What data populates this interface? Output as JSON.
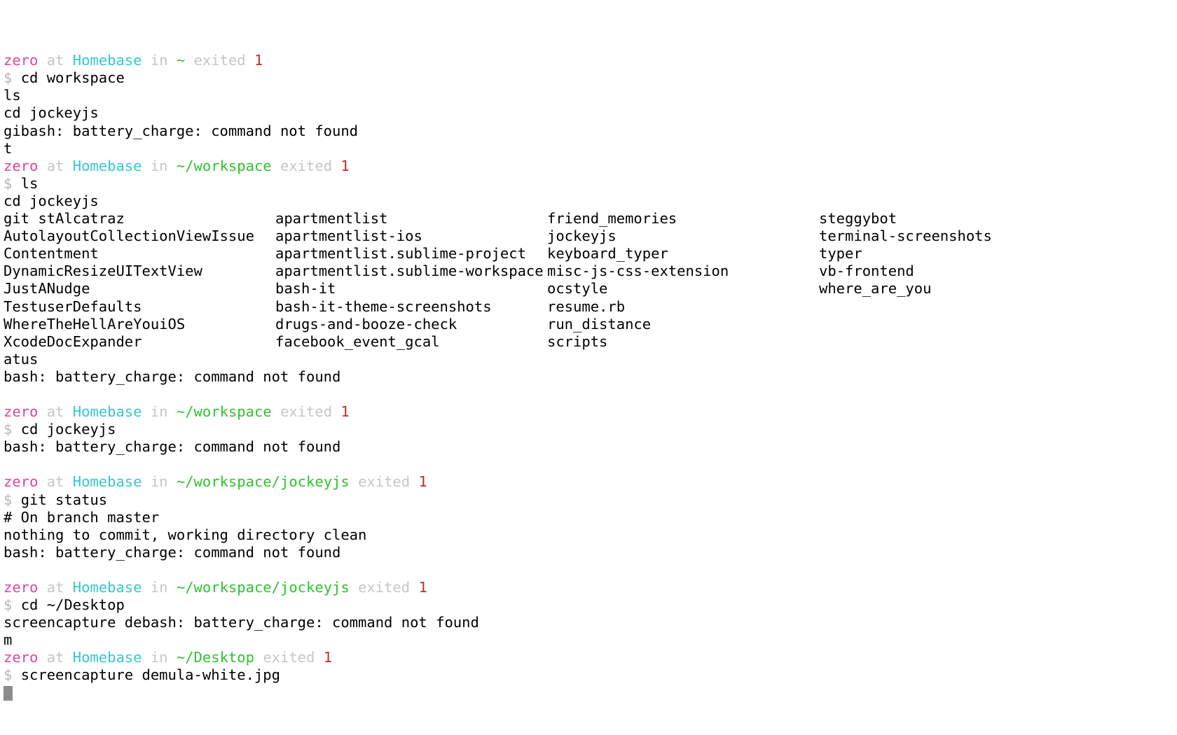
{
  "terminal": {
    "background_color": "#ffffff",
    "foreground_color": "#000000",
    "colors": {
      "user": "#e0459b",
      "dim": "#c6c6c6",
      "host": "#35c6d2",
      "path": "#2ec22e",
      "exit_code": "#bd2f2f",
      "sigil": "#b6b6b6",
      "cursor": "#8c8c8c"
    },
    "prompt_parts": {
      "user": "zero",
      "at": "at",
      "host": "Homebase",
      "in": "in",
      "exited": "exited",
      "exit_code": "1",
      "sigil": "$"
    },
    "lines": [
      {
        "type": "prompt",
        "path": "~"
      },
      {
        "type": "command",
        "text": "cd workspace"
      },
      {
        "type": "output",
        "text": "ls"
      },
      {
        "type": "output",
        "text": "cd jockeyjs"
      },
      {
        "type": "output",
        "text": "gibash: battery_charge: command not found"
      },
      {
        "type": "output",
        "text": "t"
      },
      {
        "type": "prompt",
        "path": "~/workspace"
      },
      {
        "type": "command",
        "text": "ls"
      },
      {
        "type": "output",
        "text": "cd jockeyjs"
      },
      {
        "type": "ls_grid"
      },
      {
        "type": "output",
        "text": "atus"
      },
      {
        "type": "output",
        "text": "bash: battery_charge: command not found"
      },
      {
        "type": "blank"
      },
      {
        "type": "prompt",
        "path": "~/workspace"
      },
      {
        "type": "command",
        "text": "cd jockeyjs"
      },
      {
        "type": "output",
        "text": "bash: battery_charge: command not found"
      },
      {
        "type": "blank"
      },
      {
        "type": "prompt",
        "path": "~/workspace/jockeyjs"
      },
      {
        "type": "command",
        "text": "git status"
      },
      {
        "type": "output",
        "text": "# On branch master"
      },
      {
        "type": "output",
        "text": "nothing to commit, working directory clean"
      },
      {
        "type": "output",
        "text": "bash: battery_charge: command not found"
      },
      {
        "type": "blank"
      },
      {
        "type": "prompt",
        "path": "~/workspace/jockeyjs"
      },
      {
        "type": "command",
        "text": "cd ~/Desktop"
      },
      {
        "type": "output",
        "text": "screencapture debash: battery_charge: command not found"
      },
      {
        "type": "output",
        "text": "m"
      },
      {
        "type": "prompt",
        "path": "~/Desktop"
      },
      {
        "type": "command",
        "text": "screencapture demula-white.jpg"
      }
    ],
    "ls_grid": {
      "columns": [
        [
          "git stAlcatraz",
          "AutolayoutCollectionViewIssue",
          "Contentment",
          "DynamicResizeUITextView",
          "JustANudge",
          "TestuserDefaults",
          "WhereTheHellAreYouiOS",
          "XcodeDocExpander"
        ],
        [
          "apartmentlist",
          "apartmentlist-ios",
          "apartmentlist.sublime-project",
          "apartmentlist.sublime-workspace",
          "bash-it",
          "bash-it-theme-screenshots",
          "drugs-and-booze-check",
          "facebook_event_gcal"
        ],
        [
          "friend_memories",
          "jockeyjs",
          "keyboard_typer",
          "misc-js-css-extension",
          "ocstyle",
          "resume.rb",
          "run_distance",
          "scripts"
        ],
        [
          "steggybot",
          "terminal-screenshots",
          "typer",
          "vb-frontend",
          "where_are_you",
          "",
          "",
          ""
        ]
      ]
    }
  }
}
